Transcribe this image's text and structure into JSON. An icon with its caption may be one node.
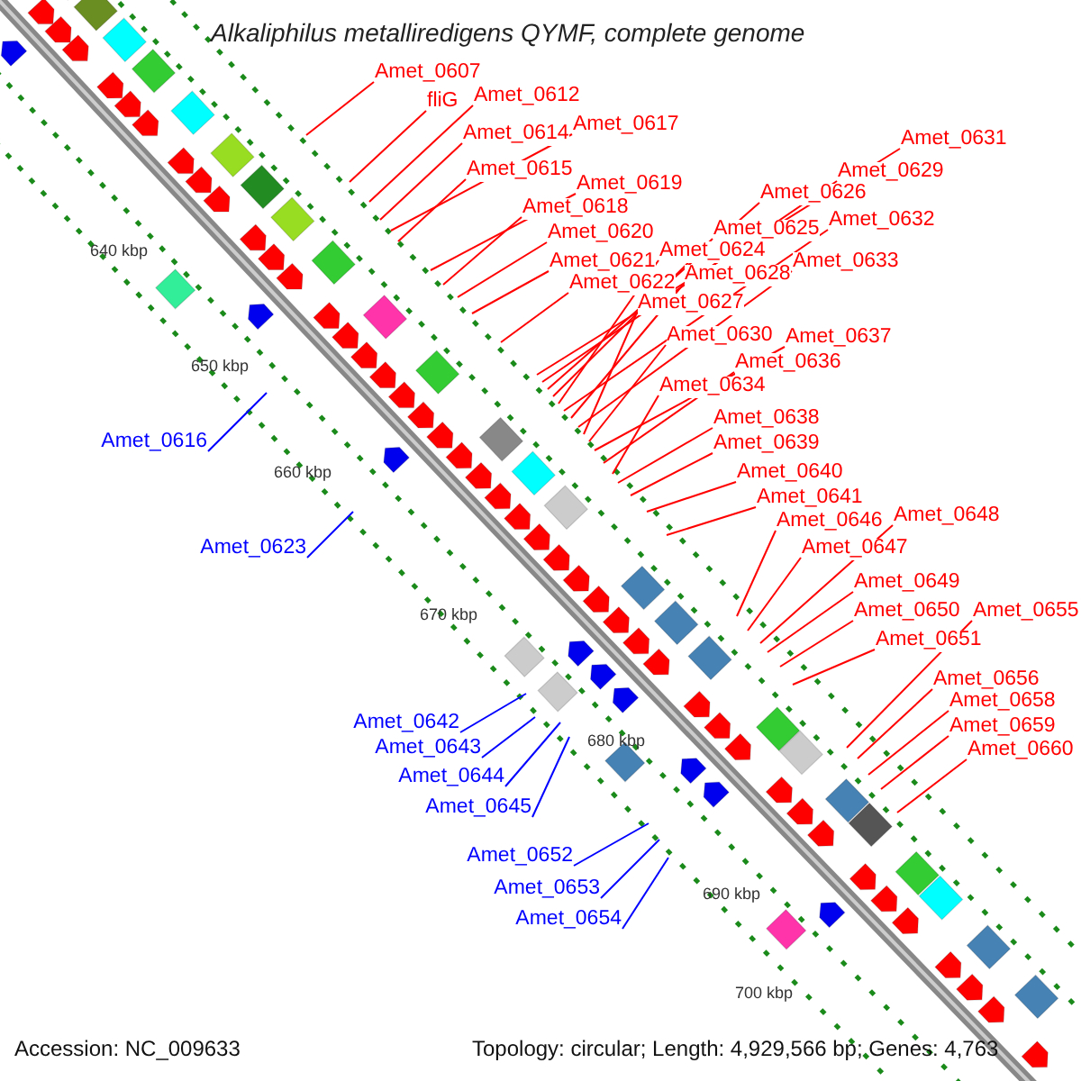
{
  "diagram": {
    "title": "Alkaliphilus metalliredigens QYMF, complete genome",
    "nodes": [
      {
        "text": [
          "Amet_0607"
        ]
      },
      {
        "text": [
          "fliG"
        ]
      },
      {
        "text": [
          "Amet_0612"
        ]
      },
      {
        "text": [
          "Amet_0614"
        ]
      },
      {
        "text": [
          "Amet_0617"
        ]
      },
      {
        "text": [
          "Amet_0615"
        ]
      },
      {
        "text": [
          "Amet_0619"
        ]
      },
      {
        "text": [
          "Amet_0618"
        ]
      },
      {
        "text": [
          "Amet_0620"
        ]
      },
      {
        "text": [
          "Amet_0621"
        ]
      },
      {
        "text": [
          "Amet_0622"
        ]
      },
      {
        "text": [
          "Amet_0631"
        ]
      },
      {
        "text": [
          "Amet_0629"
        ]
      },
      {
        "text": [
          "Amet_0626"
        ]
      },
      {
        "text": [
          "Amet_0625"
        ]
      },
      {
        "text": [
          "Amet_0624"
        ]
      },
      {
        "text": [
          "Amet_0632"
        ]
      },
      {
        "text": [
          "Amet_0628"
        ]
      },
      {
        "text": [
          "Amet_0633"
        ]
      },
      {
        "text": [
          "Amet_0627"
        ]
      },
      {
        "text": [
          "Amet_0630"
        ]
      },
      {
        "text": [
          "Amet_0637"
        ]
      },
      {
        "text": [
          "Amet_0636"
        ]
      },
      {
        "text": [
          "Amet_0634"
        ]
      },
      {
        "text": [
          "Amet_0638"
        ]
      },
      {
        "text": [
          "Amet_0639"
        ]
      },
      {
        "text": [
          "Amet_0616"
        ]
      },
      {
        "text": [
          "Amet_0640"
        ]
      },
      {
        "text": [
          "Amet_0641"
        ]
      },
      {
        "text": [
          "Amet_0646"
        ]
      },
      {
        "text": [
          "Amet_0648"
        ]
      },
      {
        "text": [
          "Amet_0623"
        ]
      },
      {
        "text": [
          "Amet_0647"
        ]
      },
      {
        "text": [
          "Amet_0649"
        ]
      },
      {
        "text": [
          "Amet_0650"
        ]
      },
      {
        "text": [
          "Amet_0655"
        ]
      },
      {
        "text": [
          "Amet_0651"
        ]
      },
      {
        "text": [
          "Amet_0656"
        ]
      },
      {
        "text": [
          "Amet_0658"
        ]
      },
      {
        "text": [
          "Amet_0659"
        ]
      },
      {
        "text": [
          "Amet_0642"
        ]
      },
      {
        "text": [
          "Amet_0643"
        ]
      },
      {
        "text": [
          "Amet_0660"
        ]
      },
      {
        "text": [
          "Amet_0644"
        ]
      },
      {
        "text": [
          "Amet_0645"
        ]
      },
      {
        "text": [
          "Amet_0652"
        ]
      },
      {
        "text": [
          "Amet_0653"
        ]
      },
      {
        "text": [
          "Amet_0654"
        ]
      }
    ],
    "edges": [
      {
        "from": 0,
        "to": null,
        "arrow": "none"
      },
      {
        "from": 1,
        "to": null,
        "arrow": "none"
      },
      {
        "from": 2,
        "to": null,
        "arrow": "none"
      },
      {
        "from": 3,
        "to": null,
        "arrow": "none"
      },
      {
        "from": 4,
        "to": null,
        "arrow": "none"
      },
      {
        "from": 5,
        "to": null,
        "arrow": "none"
      },
      {
        "from": 6,
        "to": null,
        "arrow": "none"
      },
      {
        "from": 7,
        "to": null,
        "arrow": "none"
      },
      {
        "from": 8,
        "to": null,
        "arrow": "none"
      },
      {
        "from": 9,
        "to": null,
        "arrow": "none"
      },
      {
        "from": 10,
        "to": null,
        "arrow": "none"
      },
      {
        "from": 11,
        "to": null,
        "arrow": "none"
      },
      {
        "from": 12,
        "to": null,
        "arrow": "none"
      },
      {
        "from": 13,
        "to": null,
        "arrow": "none"
      },
      {
        "from": 14,
        "to": null,
        "arrow": "none"
      },
      {
        "from": 15,
        "to": null,
        "arrow": "none"
      },
      {
        "from": 16,
        "to": null,
        "arrow": "none"
      },
      {
        "from": 17,
        "to": null,
        "arrow": "none"
      },
      {
        "from": 18,
        "to": null,
        "arrow": "none"
      },
      {
        "from": 19,
        "to": null,
        "arrow": "none"
      },
      {
        "from": 20,
        "to": null,
        "arrow": "none"
      },
      {
        "from": 21,
        "to": null,
        "arrow": "none"
      },
      {
        "from": 22,
        "to": null,
        "arrow": "none"
      },
      {
        "from": 23,
        "to": null,
        "arrow": "none"
      },
      {
        "from": 24,
        "to": null,
        "arrow": "none"
      },
      {
        "from": 25,
        "to": null,
        "arrow": "none"
      },
      {
        "from": 26,
        "to": null,
        "arrow": "none",
        "color": "#0000ff"
      },
      {
        "from": 27,
        "to": null,
        "arrow": "none"
      },
      {
        "from": 28,
        "to": null,
        "arrow": "none"
      },
      {
        "from": 29,
        "to": null,
        "arrow": "none"
      },
      {
        "from": 30,
        "to": null,
        "arrow": "none"
      },
      {
        "from": 31,
        "to": null,
        "arrow": "none",
        "color": "#0000ff"
      },
      {
        "from": 32,
        "to": null,
        "arrow": "none"
      },
      {
        "from": 33,
        "to": null,
        "arrow": "none"
      },
      {
        "from": 34,
        "to": null,
        "arrow": "none"
      },
      {
        "from": 35,
        "to": null,
        "arrow": "none"
      },
      {
        "from": 36,
        "to": null,
        "arrow": "none"
      },
      {
        "from": 37,
        "to": null,
        "arrow": "none"
      },
      {
        "from": 38,
        "to": null,
        "arrow": "none"
      },
      {
        "from": 39,
        "to": null,
        "arrow": "none"
      },
      {
        "from": 40,
        "to": null,
        "arrow": "none",
        "color": "#0000ff"
      },
      {
        "from": 41,
        "to": null,
        "arrow": "none",
        "color": "#0000ff"
      },
      {
        "from": 42,
        "to": null,
        "arrow": "none"
      },
      {
        "from": 43,
        "to": null,
        "arrow": "none",
        "color": "#0000ff"
      },
      {
        "from": 44,
        "to": null,
        "arrow": "none",
        "color": "#0000ff"
      },
      {
        "from": 45,
        "to": null,
        "arrow": "none",
        "color": "#0000ff"
      },
      {
        "from": 46,
        "to": null,
        "arrow": "none",
        "color": "#0000ff"
      },
      {
        "from": 47,
        "to": null,
        "arrow": "none",
        "color": "#0000ff"
      }
    ],
    "labels": [
      "640 kbp",
      "650 kbp",
      "660 kbp",
      "670 kbp",
      "680 kbp",
      "690 kbp",
      "700 kbp",
      "Accession: NC_009633",
      "Topology: circular; Length: 4,929,566 bp; Genes: 4,763"
    ]
  }
}
